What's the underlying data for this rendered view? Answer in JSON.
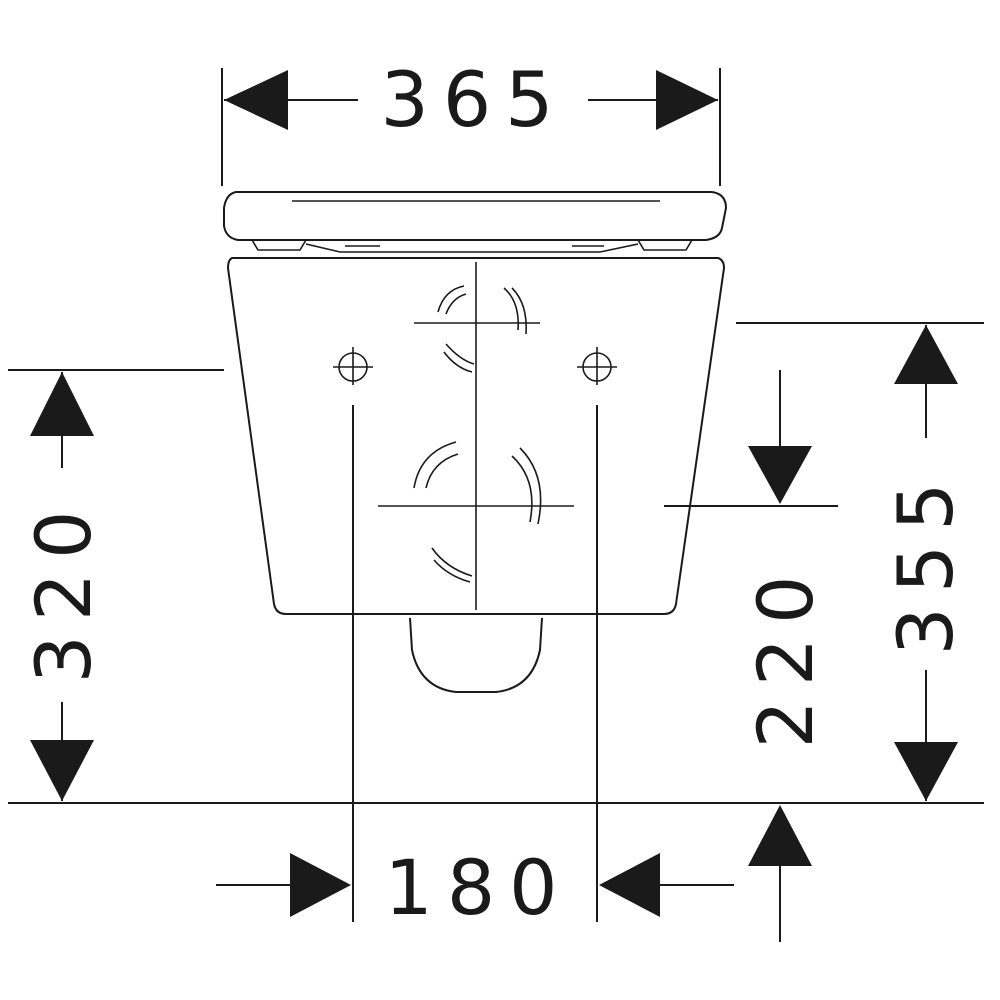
{
  "dimensions": {
    "width_top": "365",
    "height_left": "320",
    "height_right": "355",
    "height_inner": "220",
    "spacing_bottom": "180"
  }
}
